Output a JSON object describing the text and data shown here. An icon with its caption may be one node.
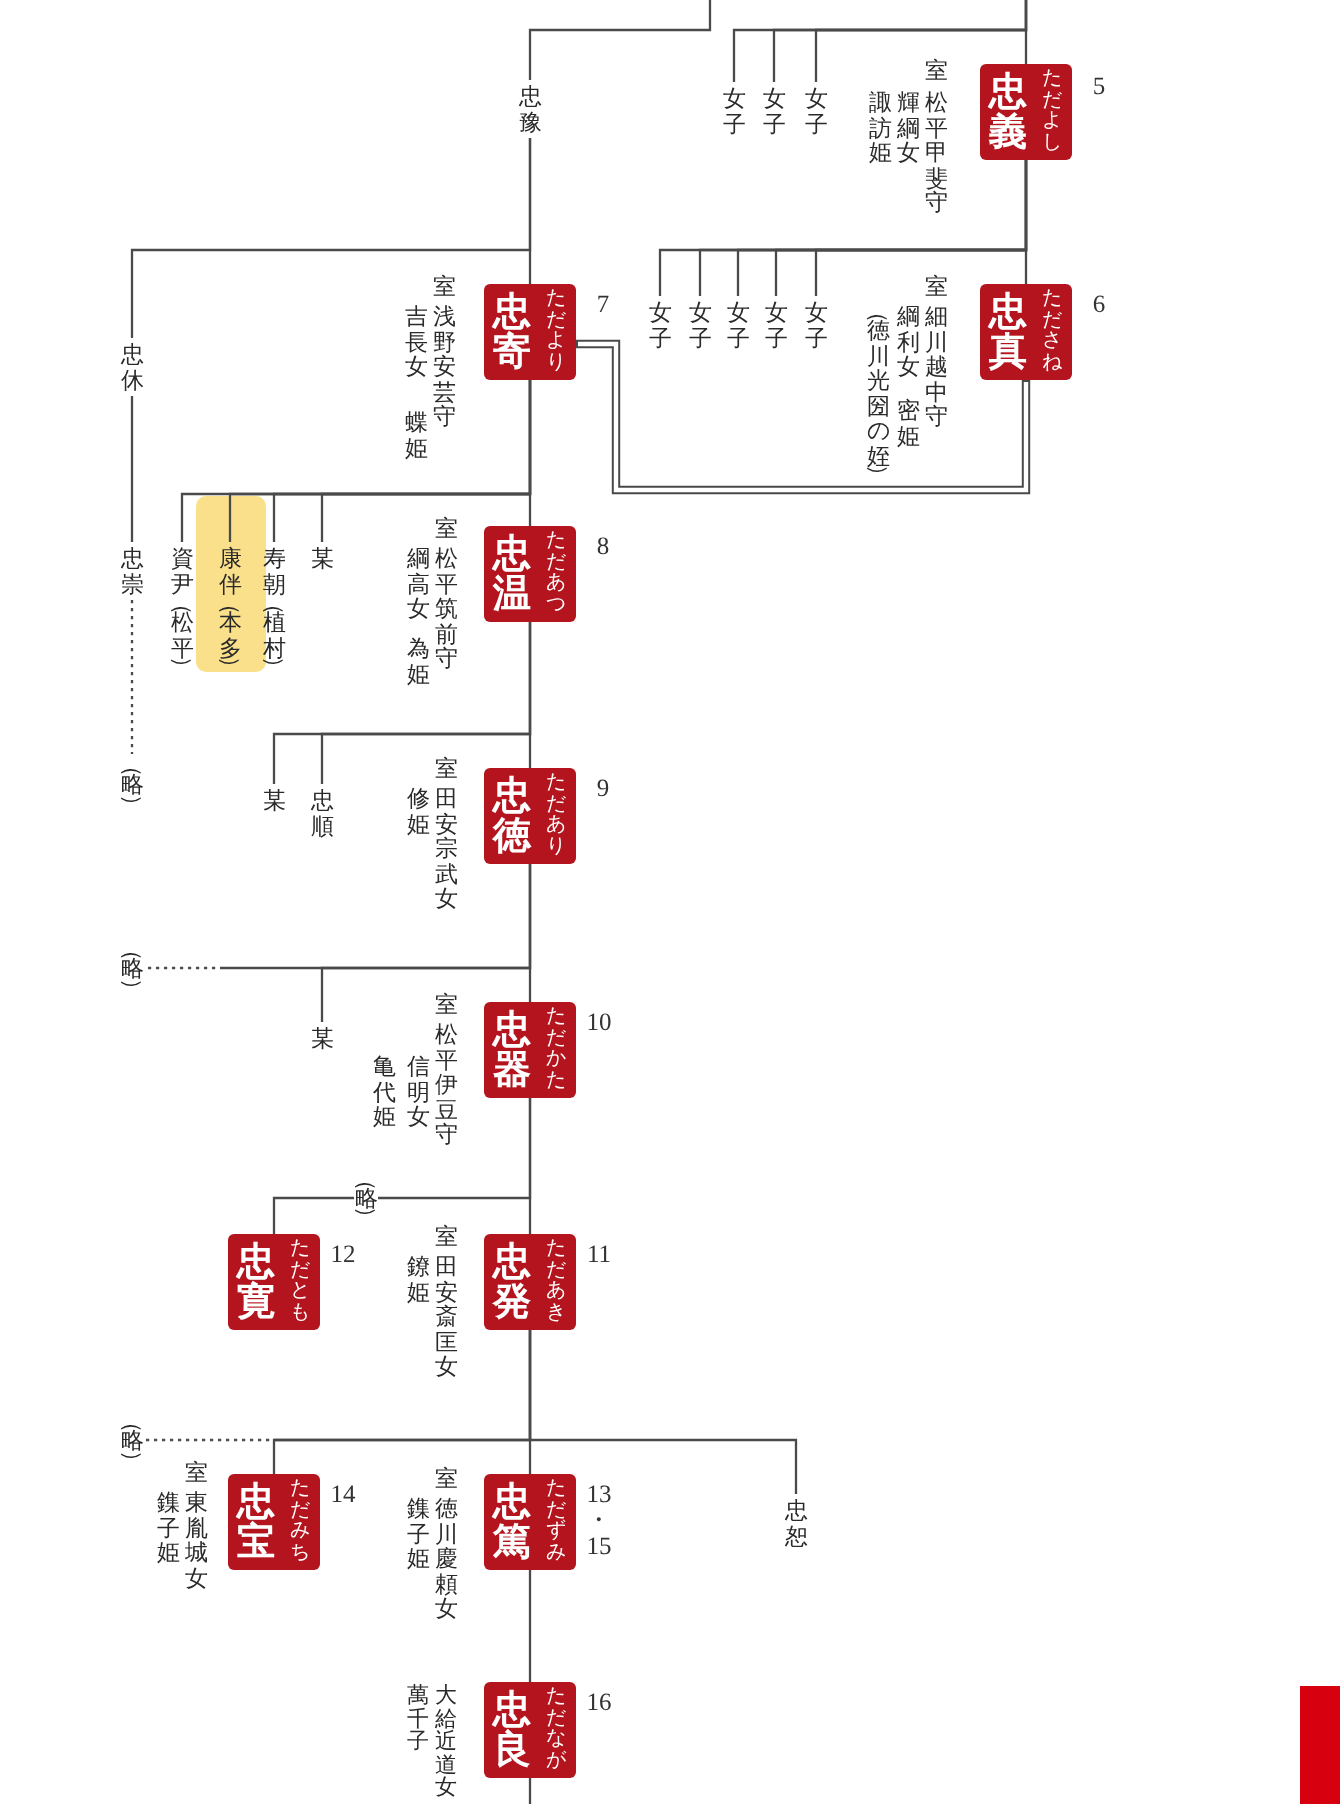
{
  "diagram": {
    "nodes": [
      {
        "text": [
          "忠義",
          "ただよし"
        ],
        "beside": [
          "5",
          "室",
          "松平甲斐守",
          "輝綱女",
          "諏訪姫"
        ]
      },
      {
        "text": [
          "女子"
        ]
      },
      {
        "text": [
          "女子"
        ]
      },
      {
        "text": [
          "女子"
        ]
      },
      {
        "text": [
          "忠豫"
        ]
      },
      {
        "text": [
          "忠真",
          "たださね"
        ],
        "beside": [
          "6",
          "室",
          "細川越中守",
          "綱利女",
          "密姫",
          "（徳川光圀の姪）"
        ]
      },
      {
        "text": [
          "女子"
        ]
      },
      {
        "text": [
          "女子"
        ]
      },
      {
        "text": [
          "女子"
        ]
      },
      {
        "text": [
          "女子"
        ]
      },
      {
        "text": [
          "女子"
        ]
      },
      {
        "text": [
          "忠寄",
          "ただより"
        ],
        "beside": [
          "7",
          "室",
          "浅野安芸守",
          "吉長女",
          "蝶姫"
        ]
      },
      {
        "text": [
          "忠休"
        ]
      },
      {
        "text": [
          "忠温",
          "ただあつ"
        ],
        "beside": [
          "8",
          "室",
          "松平筑前守",
          "綱高女",
          "為姫"
        ]
      },
      {
        "text": [
          "某"
        ]
      },
      {
        "text": [
          "寿朝（植村）"
        ]
      },
      {
        "text": [
          "康伴（本多）"
        ]
      },
      {
        "text": [
          "資尹（松平）"
        ]
      },
      {
        "text": [
          "忠崇"
        ]
      },
      {
        "text": [
          "忠徳",
          "ただあり"
        ],
        "beside": [
          "9",
          "室",
          "田安宗武女",
          "修姫"
        ]
      },
      {
        "text": [
          "忠順"
        ]
      },
      {
        "text": [
          "某"
        ]
      },
      {
        "text": [
          "（略）"
        ]
      },
      {
        "text": [
          "忠器",
          "ただかた"
        ],
        "beside": [
          "10",
          "室",
          "松平伊豆守",
          "信明女",
          "亀代姫"
        ]
      },
      {
        "text": [
          "某"
        ]
      },
      {
        "text": [
          "（略）"
        ]
      },
      {
        "text": [
          "忠発",
          "ただあき"
        ],
        "beside": [
          "11",
          "室",
          "田安斎匡女",
          "鐐姫"
        ]
      },
      {
        "text": [
          "忠寛",
          "ただとも"
        ],
        "beside": [
          "12"
        ]
      },
      {
        "text": [
          "忠篤",
          "ただずみ"
        ],
        "beside": [
          "13・15",
          "室",
          "徳川慶頼女",
          "鏶子姫"
        ]
      },
      {
        "text": [
          "忠恕"
        ]
      },
      {
        "text": [
          "忠宝",
          "ただみち"
        ],
        "beside": [
          "14",
          "室",
          "東胤城女",
          "鏶子姫"
        ]
      },
      {
        "text": [
          "（略）"
        ]
      },
      {
        "text": [
          "忠良",
          "ただなが"
        ],
        "beside": [
          "16",
          "大給近道女",
          "萬千子"
        ]
      }
    ],
    "edges": [
      {
        "from": null,
        "to": 0,
        "arrow": "none"
      },
      {
        "from": null,
        "to": 1,
        "arrow": "none"
      },
      {
        "from": null,
        "to": 2,
        "arrow": "none"
      },
      {
        "from": null,
        "to": 3,
        "arrow": "none"
      },
      {
        "from": null,
        "to": 4,
        "arrow": "none"
      },
      {
        "from": 0,
        "to": 5,
        "arrow": "none"
      },
      {
        "from": 0,
        "to": 6,
        "arrow": "none"
      },
      {
        "from": 0,
        "to": 7,
        "arrow": "none"
      },
      {
        "from": 0,
        "to": 8,
        "arrow": "none"
      },
      {
        "from": 0,
        "to": 9,
        "arrow": "none"
      },
      {
        "from": 0,
        "to": 10,
        "arrow": "none"
      },
      {
        "from": 4,
        "to": 11,
        "arrow": "none"
      },
      {
        "from": 4,
        "to": 12,
        "arrow": "none"
      },
      {
        "from": 5,
        "to": 11,
        "arrow": "none",
        "style": "thick"
      },
      {
        "from": 11,
        "to": 13,
        "arrow": "none"
      },
      {
        "from": 11,
        "to": 14,
        "arrow": "none"
      },
      {
        "from": 11,
        "to": 15,
        "arrow": "none"
      },
      {
        "from": 11,
        "to": 16,
        "arrow": "none"
      },
      {
        "from": 11,
        "to": 17,
        "arrow": "none"
      },
      {
        "from": 12,
        "to": 18,
        "arrow": "none"
      },
      {
        "from": 13,
        "to": 19,
        "arrow": "none"
      },
      {
        "from": 13,
        "to": 20,
        "arrow": "none"
      },
      {
        "from": 13,
        "to": 21,
        "arrow": "none"
      },
      {
        "from": 18,
        "to": 22,
        "arrow": "none",
        "style": "dashed"
      },
      {
        "from": 19,
        "to": 23,
        "arrow": "none"
      },
      {
        "from": 19,
        "to": 24,
        "arrow": "none"
      },
      {
        "from": 19,
        "to": 25,
        "arrow": "none",
        "style": "dashed"
      },
      {
        "from": 23,
        "to": 26,
        "arrow": "none"
      },
      {
        "from": 23,
        "to": 27,
        "arrow": "none",
        "label": "（略）"
      },
      {
        "from": 26,
        "to": 28,
        "arrow": "none"
      },
      {
        "from": 26,
        "to": 29,
        "arrow": "none"
      },
      {
        "from": 26,
        "to": 30,
        "arrow": "none"
      },
      {
        "from": 26,
        "to": 31,
        "arrow": "none",
        "style": "dashed"
      },
      {
        "from": 28,
        "to": 32,
        "arrow": "none"
      },
      {
        "from": 32,
        "to": null,
        "arrow": "none"
      }
    ]
  }
}
